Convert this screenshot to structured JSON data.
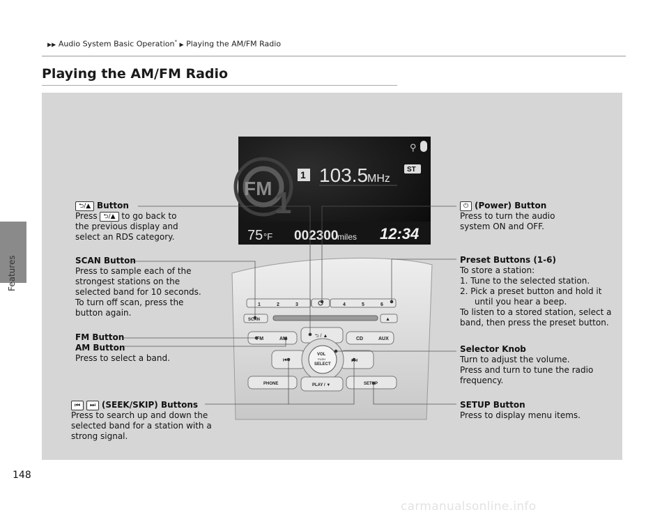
{
  "breadcrumb": {
    "part1": "Audio System Basic Operation",
    "part1_mark": "*",
    "part2": "Playing the AM/FM Radio"
  },
  "page_title": "Playing the AM/FM Radio",
  "side_label": "Features",
  "page_number": "148",
  "watermark": "carmanualsonline.info",
  "display": {
    "band": "FM",
    "preset_number": "1",
    "frequency": "103.5",
    "unit": "MHz",
    "stereo": "ST",
    "temperature": "75",
    "temperature_unit": "°F",
    "odometer": "002300",
    "odometer_unit": "miles",
    "clock": "12:34"
  },
  "unit_buttons": {
    "presets": [
      "1",
      "2",
      "3",
      "4",
      "5",
      "6"
    ],
    "scan": "SCAN",
    "fm": "FM",
    "am": "AM",
    "cd": "CD",
    "aux": "AUX",
    "knob_vol": "VOL",
    "knob_push": "PUSH",
    "knob_select": "SELECT",
    "phone": "PHONE",
    "setup": "SETUP",
    "play": "PLAY / ▼",
    "back": "⮌ / ▲"
  },
  "callouts": {
    "back_button": {
      "title": "Button",
      "line1_pre": "Press",
      "line1_post": "to go back to",
      "line2": "the previous display and",
      "line3": "select an RDS category."
    },
    "scan_button": {
      "title": "SCAN Button",
      "lines": [
        "Press to sample each of the",
        "strongest stations on the",
        "selected band for 10 seconds.",
        "To turn off scan, press the",
        "button again."
      ]
    },
    "fm_am_button": {
      "title1": "FM Button",
      "title2": "AM Button",
      "line": "Press to select a band."
    },
    "seek_skip": {
      "title": "(SEEK/SKIP) Buttons",
      "lines": [
        "Press to search up and down the",
        "selected band for a station with a",
        "strong signal."
      ]
    },
    "power_button": {
      "title": "(Power) Button",
      "lines": [
        "Press to turn the audio",
        "system ON and OFF."
      ]
    },
    "preset_buttons": {
      "title": "Preset Buttons (1-6)",
      "intro": "To store a station:",
      "step1": "1.  Tune to the selected station.",
      "step2a": "2.  Pick a preset button and hold it",
      "step2b": "until you hear a beep.",
      "outro1": "To listen to a stored station, select a",
      "outro2": "band, then press the preset button."
    },
    "selector_knob": {
      "title": "Selector Knob",
      "lines": [
        "Turn to adjust the volume.",
        "Press and turn to tune the radio",
        "frequency."
      ]
    },
    "setup_button": {
      "title": "SETUP Button",
      "line": "Press to display menu items."
    }
  }
}
